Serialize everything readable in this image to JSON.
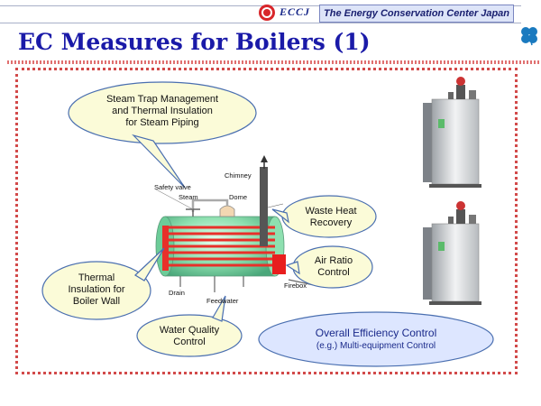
{
  "header": {
    "logo_text": "ECCJ",
    "org_name": "The Energy Conservation Center Japan"
  },
  "title": "EC Measures for Boilers (1)",
  "callouts": {
    "steam_trap": [
      "Steam Trap Management",
      "and Thermal Insulation",
      "for Steam Piping"
    ],
    "waste_heat": [
      "Waste Heat",
      "Recovery"
    ],
    "air_ratio": [
      "Air Ratio",
      "Control"
    ],
    "thermal_wall": [
      "Thermal",
      "Insulation for",
      "Boiler Wall"
    ],
    "water_quality": [
      "Water Quality",
      "Control"
    ],
    "efficiency_main": "Overall Efficiency Control",
    "efficiency_sub": "(e.g.) Multi-equipment Control"
  },
  "diagram_labels": {
    "safety_valve": "Safety valve",
    "steam": "Steam",
    "dome": "Dome",
    "chimney": "Chimney",
    "firebox": "Firebox",
    "drain": "Drain",
    "feedwater": "Feedwater"
  },
  "colors": {
    "title": "#1a1aa8",
    "callout_fill": "#fbfbd8",
    "callout_stroke": "#4a6fb0",
    "efficiency_fill": "#dde6ff",
    "frame": "#d24a4a",
    "tube": "#e8302a",
    "boiler_body": "#8ee0b0"
  }
}
